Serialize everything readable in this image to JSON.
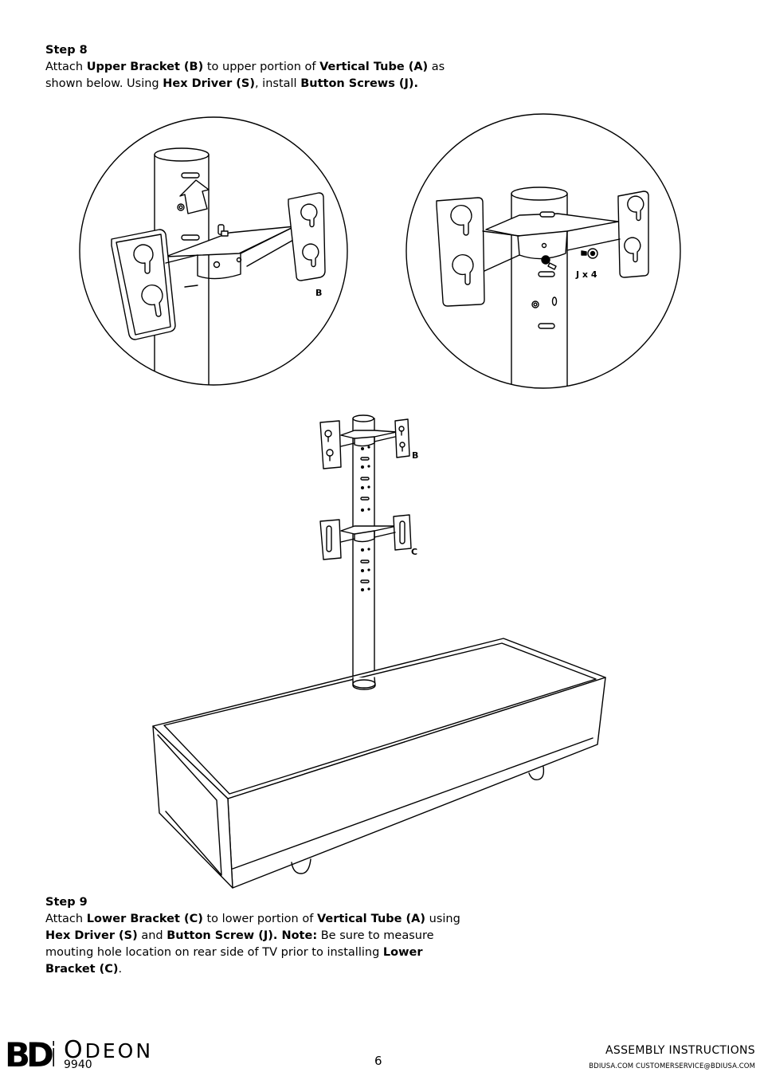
{
  "step8": {
    "title": "Step 8",
    "parts": [
      {
        "t": "Attach ",
        "b": false
      },
      {
        "t": "Upper Bracket (B)",
        "b": true
      },
      {
        "t": " to upper portion of ",
        "b": false
      },
      {
        "t": "Vertical Tube (A)",
        "b": true
      },
      {
        "t": " as shown below. Using ",
        "b": false
      },
      {
        "t": "Hex Driver (S)",
        "b": true
      },
      {
        "t": ", install ",
        "b": false
      },
      {
        "t": "Button Screws (J).",
        "b": true
      }
    ]
  },
  "step9": {
    "title": "Step 9",
    "parts": [
      {
        "t": "Attach ",
        "b": false
      },
      {
        "t": "Lower Bracket (C)",
        "b": true
      },
      {
        "t": " to lower portion of ",
        "b": false
      },
      {
        "t": "Vertical Tube (A)",
        "b": true
      },
      {
        "t": " using ",
        "b": false
      },
      {
        "t": "Hex Driver (S)",
        "b": true
      },
      {
        "t": " and ",
        "b": false
      },
      {
        "t": "Button Screw (J). Note:",
        "b": true
      },
      {
        "t": "  Be sure to measure mouting hole location on rear side of TV prior to installing ",
        "b": false
      },
      {
        "t": "Lower Bracket (C)",
        "b": true
      },
      {
        "t": ".",
        "b": false
      }
    ]
  },
  "labels": {
    "left_circle_b": "B",
    "right_circle_jx4": "J x 4",
    "stand_b": "B",
    "stand_c": "C"
  },
  "footer": {
    "logo": "BDi",
    "brand_first": "O",
    "brand_rest": "DEON",
    "model": "9940",
    "page": "6",
    "doc_type": "ASSEMBLY INSTRUCTIONS",
    "contact": "BDIUSA.COM  CUSTOMERSERVICE@BDIUSA.COM"
  }
}
